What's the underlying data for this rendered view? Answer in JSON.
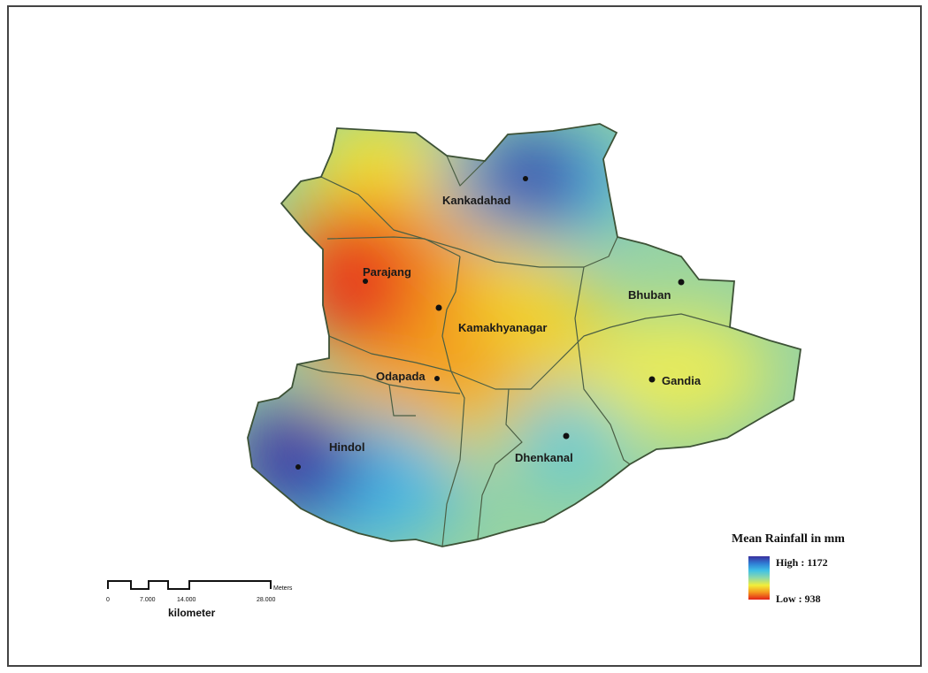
{
  "map": {
    "places": [
      {
        "name": "Kankadahad"
      },
      {
        "name": "Parajang"
      },
      {
        "name": "Kamakhyanagar"
      },
      {
        "name": "Bhuban"
      },
      {
        "name": "Odapada"
      },
      {
        "name": "Gandia"
      },
      {
        "name": "Hindol"
      },
      {
        "name": "Dhenkanal"
      }
    ]
  },
  "legend": {
    "title": "Mean Rainfall in mm",
    "high_label": "High : 1172",
    "low_label": "Low : 938",
    "high_value": 1172,
    "low_value": 938,
    "colors": [
      "#3a2f9e",
      "#2f7fd6",
      "#3fc1e6",
      "#8fd9a8",
      "#f2ee3a",
      "#f59a1e",
      "#e2231a"
    ]
  },
  "scale_bar": {
    "ticks": [
      "0",
      "7.000",
      "14.000",
      "28.000"
    ],
    "tick_unit": "Meters",
    "unit_label": "kilometer"
  }
}
